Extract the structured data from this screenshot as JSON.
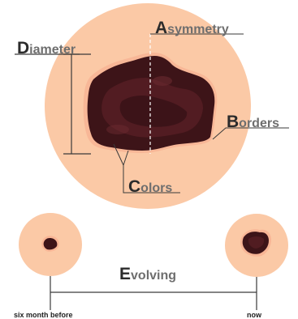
{
  "labels": {
    "diameter": {
      "first": "D",
      "rest": "iameter"
    },
    "asymmetry": {
      "first": "A",
      "rest": "symmetry"
    },
    "borders": {
      "first": "B",
      "rest": "orders"
    },
    "colors": {
      "first": "C",
      "rest": "olors"
    },
    "evolving": {
      "first": "E",
      "rest": "volving"
    }
  },
  "timeline": {
    "before": "six month before",
    "after": "now"
  },
  "icons": [
    "large-mole-illustration",
    "small-mole-before-icon",
    "mole-now-icon"
  ],
  "colors": {
    "skin": "#fbc9a6",
    "skin_glow": "#f6a88a",
    "mole_dark": "#3d1418",
    "mole_mid": "#5a1f25",
    "line": "#3a3a3a",
    "label_text": "#6e6e6e",
    "label_initial": "#2b2b2b"
  }
}
